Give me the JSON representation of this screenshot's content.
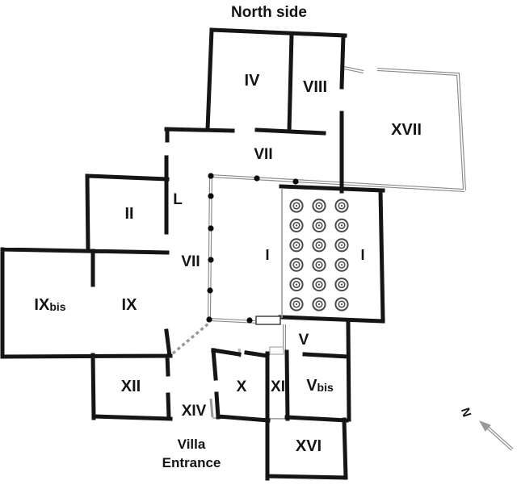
{
  "title": {
    "north_side": "North side"
  },
  "entrance": {
    "line1": "Villa",
    "line2": "Entrance"
  },
  "compass": {
    "label": "N"
  },
  "rooms": {
    "iv": "IV",
    "viii": "VIII",
    "xvii": "XVII",
    "vii_upper": "VII",
    "l": "L",
    "ii": "II",
    "vii_west": "VII",
    "i_left": "I",
    "i_right": "I",
    "ixbis": {
      "main": "IX",
      "sub": "bis"
    },
    "ix": "IX",
    "xii": "XII",
    "xiv": "XIV",
    "x": "X",
    "xi": "XI",
    "v": "V",
    "vbis": {
      "main": "V",
      "sub": "bis"
    },
    "xvi": "XVI"
  },
  "peristyle": {
    "column_rows": 6,
    "column_cols": 3,
    "colonnade_dot_count": 9
  },
  "colors": {
    "wall": "#151515",
    "gray_line": "#8a8a8a",
    "dot": "#0a0a0a",
    "column_ring": "#4a4a4a",
    "arrow": "#999999"
  }
}
